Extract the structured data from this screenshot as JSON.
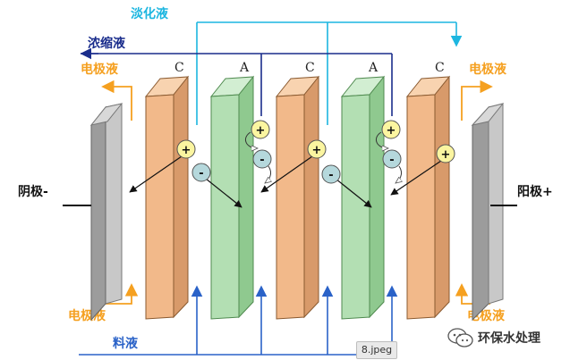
{
  "labels": {
    "dilute": "淡化液",
    "concentrate": "浓缩液",
    "electrode_top_left": "电极液",
    "electrode_top_right": "电极液",
    "electrode_bottom_left": "电极液",
    "electrode_bottom_right": "电极液",
    "feed": "料液",
    "cathode": "阴极-",
    "anode": "阳极+"
  },
  "membranes": [
    {
      "type": "cation",
      "label": "C"
    },
    {
      "type": "anion",
      "label": "A"
    },
    {
      "type": "cation",
      "label": "C"
    },
    {
      "type": "anion",
      "label": "A"
    },
    {
      "type": "cation",
      "label": "C"
    }
  ],
  "ion_symbols": {
    "positive": "+",
    "negative": "-"
  },
  "file_label": "8.jpeg",
  "watermark": "环保水处理",
  "colors": {
    "dilute_line": "#1cb6e0",
    "concentrate_line": "#1a2d8c",
    "electrode_line": "#f5a020",
    "feed_line": "#2a62c8",
    "cation_membrane": "#f2b98a",
    "anion_membrane": "#b3dfb3",
    "electrode_plate": "#a4a4a4",
    "positive_ion": "#fbf5a0",
    "negative_ion": "#b5d8dc"
  }
}
